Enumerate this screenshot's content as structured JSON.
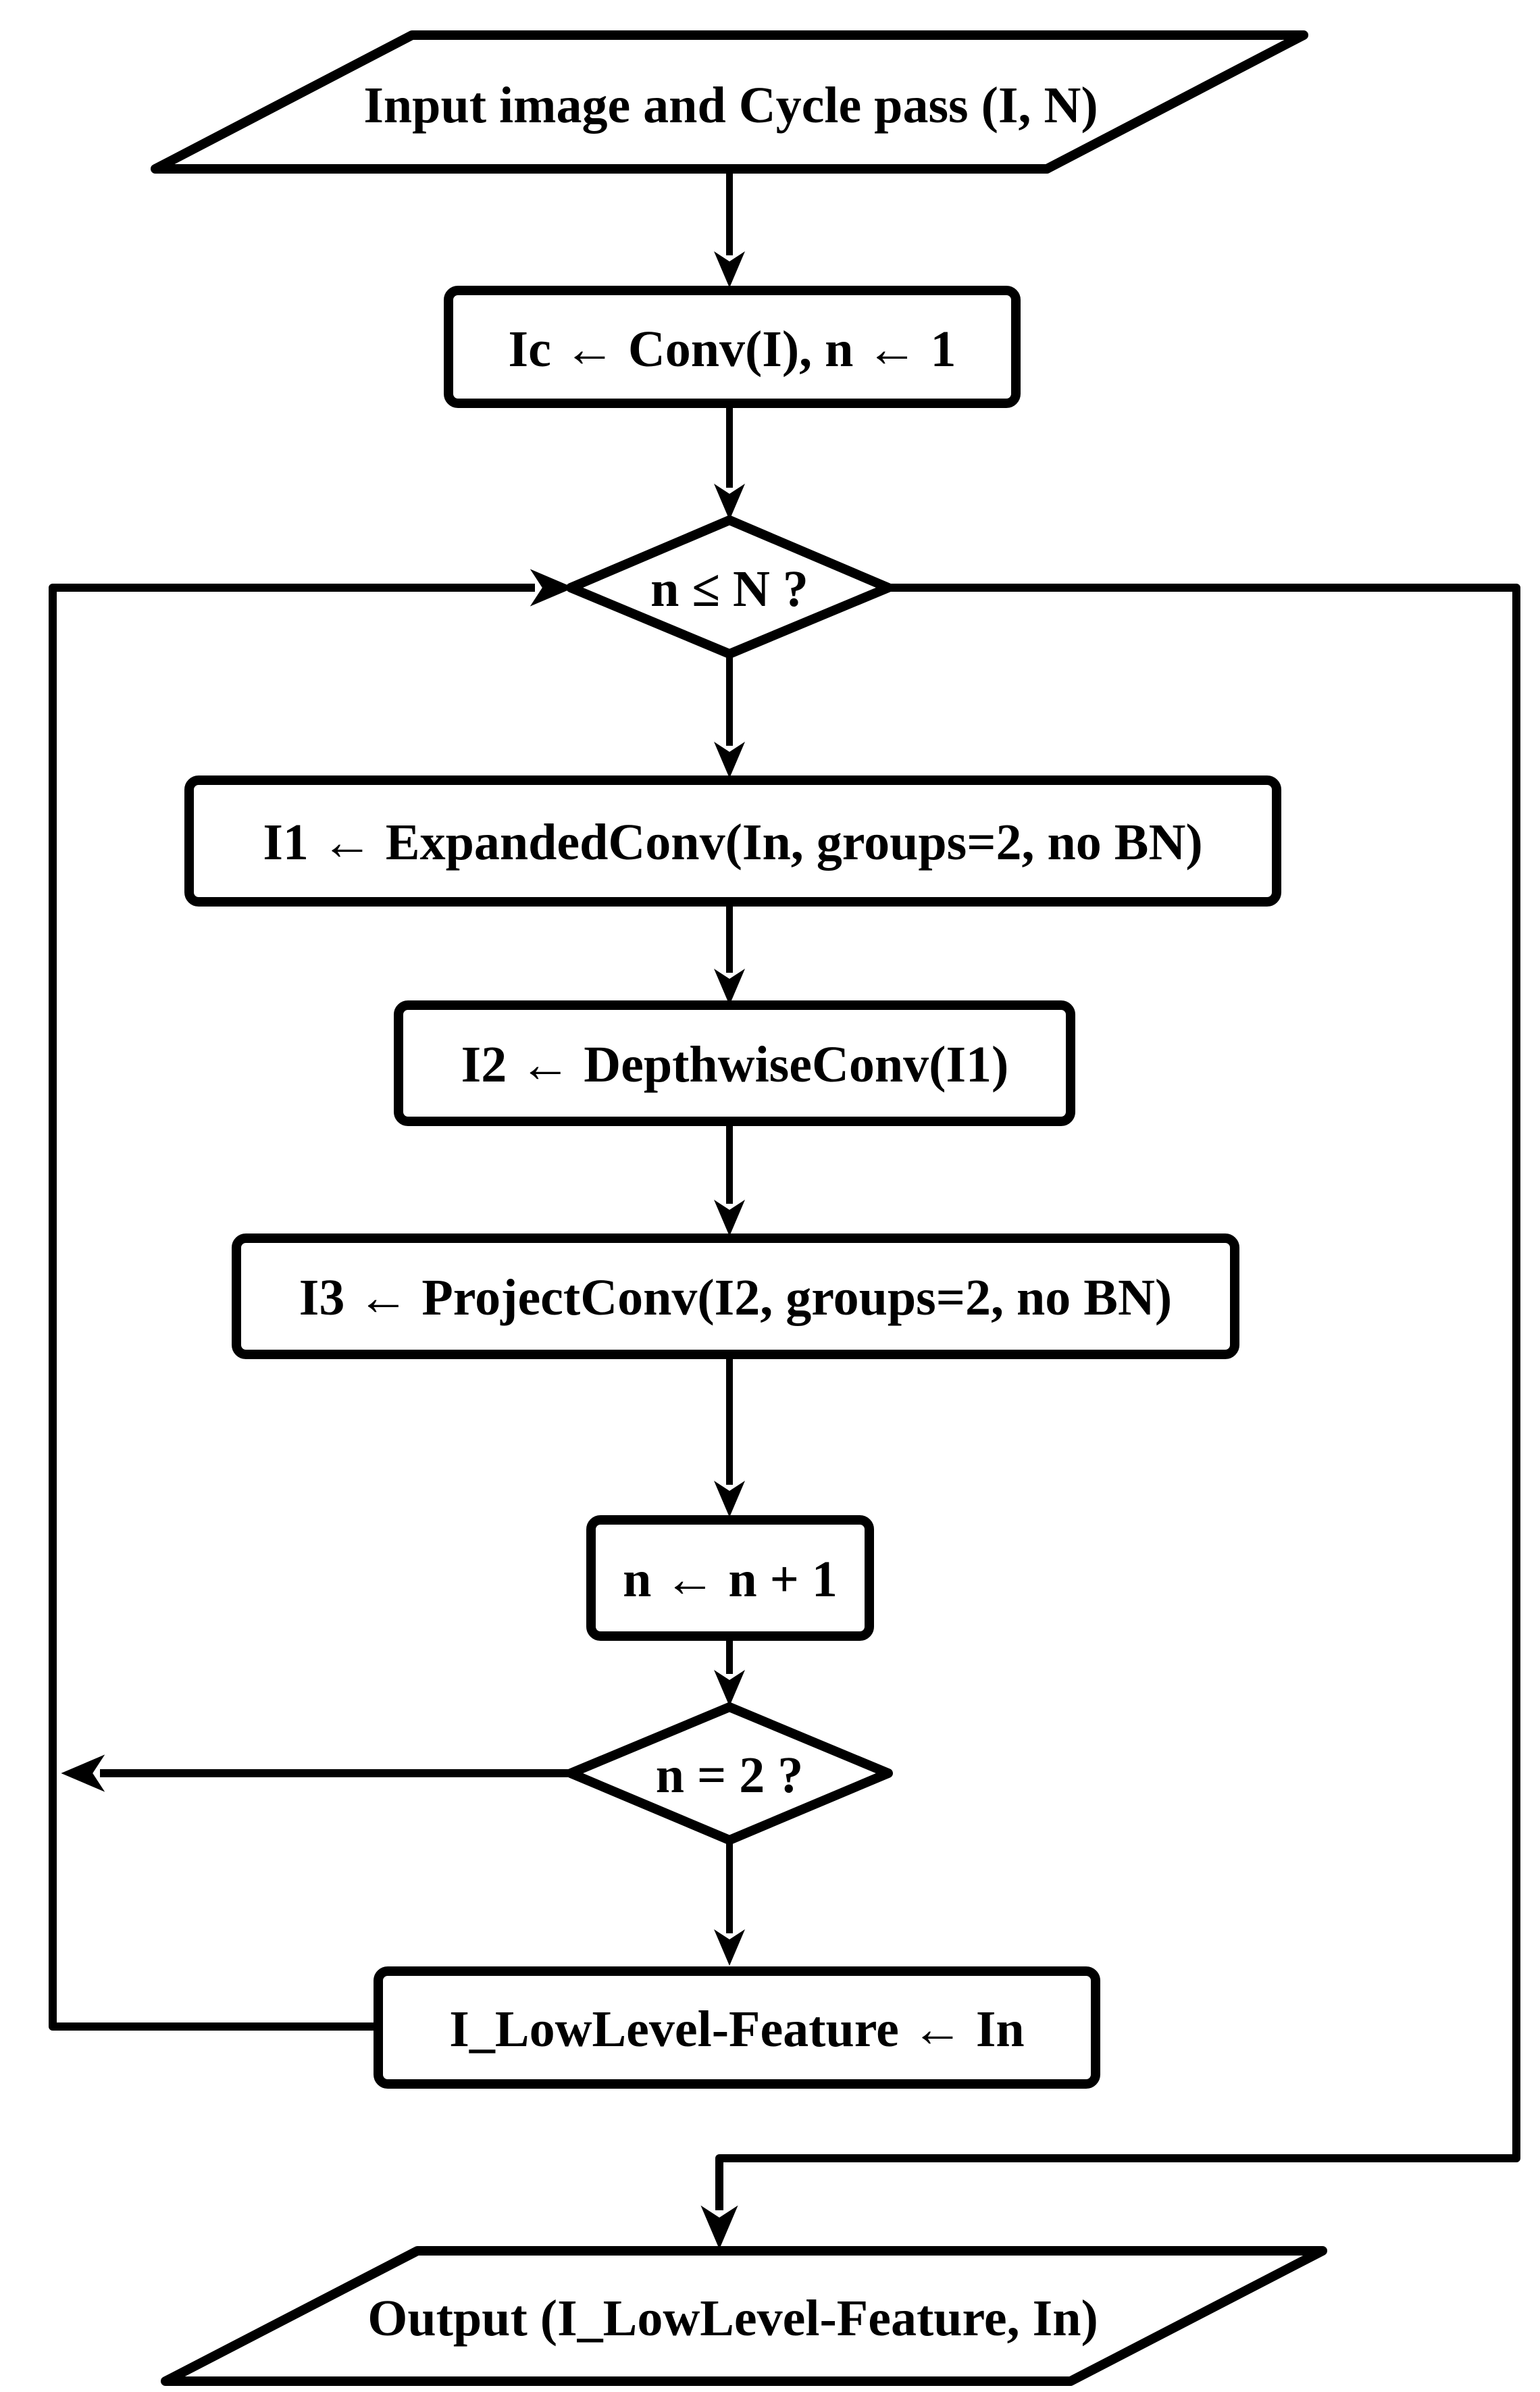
{
  "diagram": {
    "title": "Low-level feature extraction loop flowchart",
    "background_color": "#ffffff",
    "stroke_color": "#000000",
    "nodes": {
      "input": {
        "shape": "parallelogram",
        "label": "Input image and Cycle pass (I, N)"
      },
      "init": {
        "shape": "process",
        "label": "Ic ← Conv(I),  n ← 1"
      },
      "loop_check": {
        "shape": "decision",
        "label": "n ≤ N ?"
      },
      "expanded_conv": {
        "shape": "process",
        "label": "I1 ← ExpandedConv(In, groups=2, no BN)"
      },
      "depthwise_conv": {
        "shape": "process",
        "label": "I2 ← DepthwiseConv(I1)"
      },
      "project_conv": {
        "shape": "process",
        "label": "I3 ← ProjectConv(I2, groups=2, no BN)"
      },
      "increment": {
        "shape": "process",
        "label": "n ← n + 1"
      },
      "feature_check": {
        "shape": "decision",
        "label": "n = 2 ?"
      },
      "save_feature": {
        "shape": "process",
        "label": "I_LowLevel-Feature ← In"
      },
      "output": {
        "shape": "parallelogram",
        "label": "Output (I_LowLevel-Feature, In)"
      }
    },
    "edges": [
      "input -> init",
      "init -> loop_check",
      "loop_check -> expanded_conv",
      "expanded_conv -> depthwise_conv",
      "depthwise_conv -> project_conv",
      "project_conv -> increment",
      "increment -> feature_check",
      "feature_check -> save_feature",
      "feature_check -> left loop line (merge)",
      "save_feature -> left loop line -> loop_check",
      "loop_check -> right side line -> output"
    ]
  }
}
